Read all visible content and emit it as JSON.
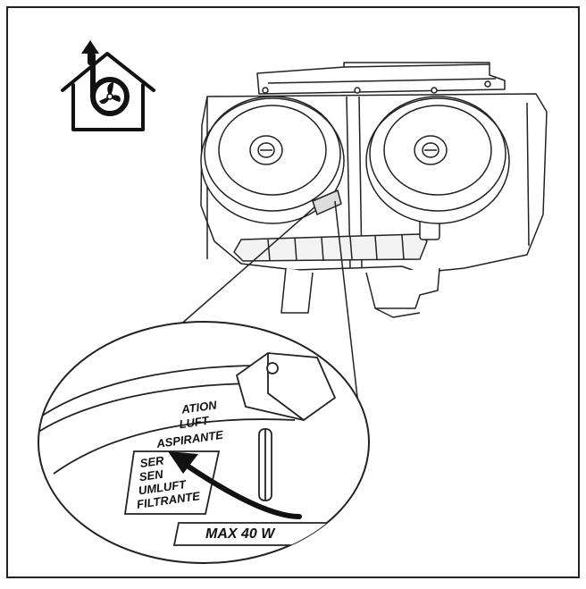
{
  "icon": {
    "name": "house-exhaust-fan-icon"
  },
  "labels": {
    "exhaust": [
      "ATION",
      "LUFT",
      "ASPIRANTE"
    ],
    "recirc": [
      "SER",
      "SEN",
      "UMLUFT",
      "FILTRANTE"
    ],
    "max": "MAX 40 W"
  }
}
